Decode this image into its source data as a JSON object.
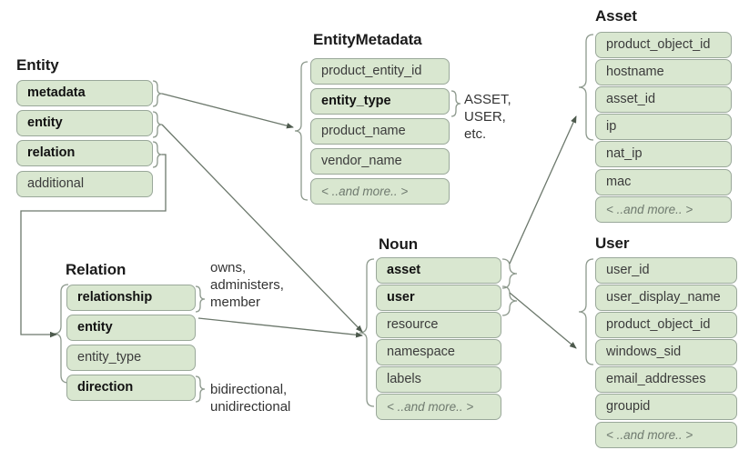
{
  "diagram": {
    "title_hidden": "UDM Entity data model",
    "colors": {
      "row_fill": "#d9e7d0",
      "row_border": "#9aa89a",
      "line": "#5d6b5d",
      "text": "#333333"
    }
  },
  "groups": [
    {
      "id": "entity",
      "title": "Entity",
      "rows": [
        {
          "label": "metadata",
          "bold": true,
          "more": false
        },
        {
          "label": "entity",
          "bold": true,
          "more": false
        },
        {
          "label": "relation",
          "bold": true,
          "more": false
        },
        {
          "label": "additional",
          "bold": false,
          "more": false
        }
      ]
    },
    {
      "id": "entitymetadata",
      "title": "EntityMetadata",
      "rows": [
        {
          "label": "product_entity_id",
          "bold": false,
          "more": false
        },
        {
          "label": "entity_type",
          "bold": true,
          "more": false
        },
        {
          "label": "product_name",
          "bold": false,
          "more": false
        },
        {
          "label": "vendor_name",
          "bold": false,
          "more": false
        },
        {
          "label": "< ..and more.. >",
          "bold": false,
          "more": true
        }
      ]
    },
    {
      "id": "asset",
      "title": "Asset",
      "rows": [
        {
          "label": "product_object_id",
          "bold": false,
          "more": false
        },
        {
          "label": "hostname",
          "bold": false,
          "more": false
        },
        {
          "label": "asset_id",
          "bold": false,
          "more": false
        },
        {
          "label": "ip",
          "bold": false,
          "more": false
        },
        {
          "label": "nat_ip",
          "bold": false,
          "more": false
        },
        {
          "label": "mac",
          "bold": false,
          "more": false
        },
        {
          "label": "< ..and more.. >",
          "bold": false,
          "more": true
        }
      ]
    },
    {
      "id": "user",
      "title": "User",
      "rows": [
        {
          "label": "user_id",
          "bold": false,
          "more": false
        },
        {
          "label": "user_display_name",
          "bold": false,
          "more": false
        },
        {
          "label": "product_object_id",
          "bold": false,
          "more": false
        },
        {
          "label": "windows_sid",
          "bold": false,
          "more": false
        },
        {
          "label": "email_addresses",
          "bold": false,
          "more": false
        },
        {
          "label": "groupid",
          "bold": false,
          "more": false
        },
        {
          "label": "< ..and more.. >",
          "bold": false,
          "more": true
        }
      ]
    },
    {
      "id": "noun",
      "title": "Noun",
      "rows": [
        {
          "label": "asset",
          "bold": true,
          "more": false
        },
        {
          "label": "user",
          "bold": true,
          "more": false
        },
        {
          "label": "resource",
          "bold": false,
          "more": false
        },
        {
          "label": "namespace",
          "bold": false,
          "more": false
        },
        {
          "label": "labels",
          "bold": false,
          "more": false
        },
        {
          "label": "< ..and more.. >",
          "bold": false,
          "more": true
        }
      ]
    },
    {
      "id": "relation",
      "title": "Relation",
      "rows": [
        {
          "label": "relationship",
          "bold": true,
          "more": false
        },
        {
          "label": "entity",
          "bold": true,
          "more": false
        },
        {
          "label": "entity_type",
          "bold": false,
          "more": false
        },
        {
          "label": "direction",
          "bold": true,
          "more": false
        }
      ]
    }
  ],
  "notes": {
    "entity_type_values": "ASSET,\nUSER,\netc.",
    "relationship_values": "owns,\nadministers,\nmember",
    "direction_values": "bidirectional,\nunidirectional"
  }
}
